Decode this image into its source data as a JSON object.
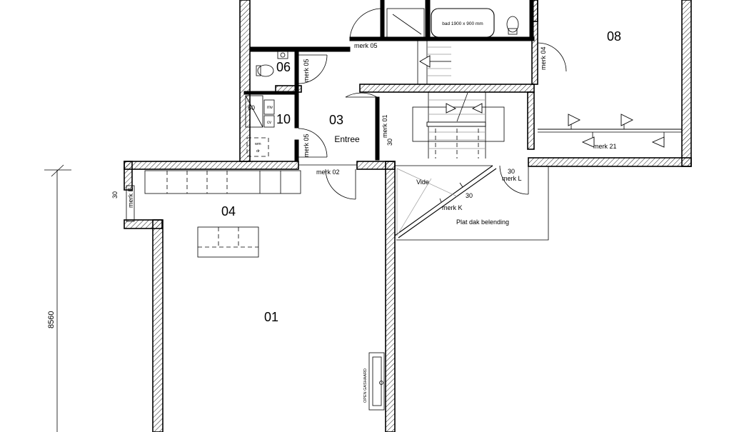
{
  "rooms": {
    "r01": "01",
    "r03": "03",
    "r03_name": "Entree",
    "r04": "04",
    "r06": "06",
    "r08": "08",
    "r10": "10"
  },
  "labels": {
    "merk_05_top": "merk 05",
    "merk_05_wc": "merk 05",
    "merk_05_meter": "merk 05",
    "merk_01": "merk 01",
    "merk_02": "merk 02",
    "merk_04": "merk 04",
    "merk_21": "merk 21",
    "merk_K": "merk K",
    "merk_L": "merk L",
    "merk_E": "merk E",
    "bath": "bad 1900 x 900 mm",
    "vide": "Vide",
    "flat_roof": "Plat dak belending",
    "fireplace": "OPEN GASHAARD",
    "meter_mv": "mv",
    "meter_cv": "cv",
    "meter_60": "60",
    "washer_wm": "wm",
    "washer_dr": "dr"
  },
  "dimensions": {
    "height_total": "8560",
    "d30_entree": "30",
    "d30_merk_L": "30",
    "d30_vide": "30",
    "d30_merk_E": "30"
  }
}
